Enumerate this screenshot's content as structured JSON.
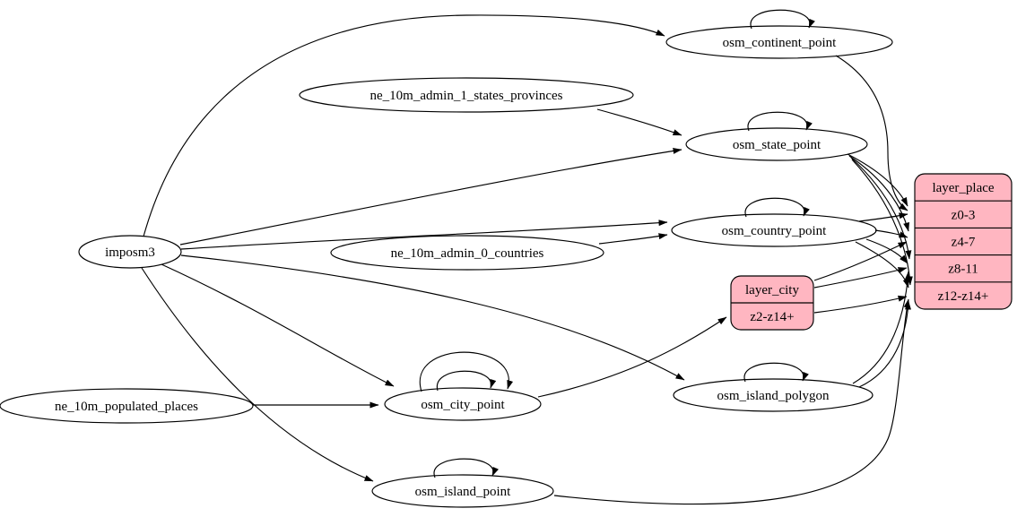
{
  "diagram": {
    "kind": "graphviz-digraph",
    "direction": "left-to-right",
    "background": "#ffffff"
  },
  "colors": {
    "table_fill": "#ffffff",
    "record_fill": "#ffb6c1",
    "stroke": "#000000",
    "text": "#000000"
  },
  "nodes": [
    {
      "id": "imposm3",
      "type": "table",
      "label": "imposm3"
    },
    {
      "id": "ne_10m_admin_1_states_provinces",
      "type": "table",
      "label": "ne_10m_admin_1_states_provinces"
    },
    {
      "id": "ne_10m_admin_0_countries",
      "type": "table",
      "label": "ne_10m_admin_0_countries"
    },
    {
      "id": "ne_10m_populated_places",
      "type": "table",
      "label": "ne_10m_populated_places"
    },
    {
      "id": "osm_continent_point",
      "type": "table",
      "label": "osm_continent_point"
    },
    {
      "id": "osm_state_point",
      "type": "table",
      "label": "osm_state_point"
    },
    {
      "id": "osm_country_point",
      "type": "table",
      "label": "osm_country_point"
    },
    {
      "id": "osm_city_point",
      "type": "table",
      "label": "osm_city_point"
    },
    {
      "id": "osm_island_polygon",
      "type": "table",
      "label": "osm_island_polygon"
    },
    {
      "id": "osm_island_point",
      "type": "table",
      "label": "osm_island_point"
    },
    {
      "id": "layer_place",
      "type": "record",
      "rows": [
        "layer_place",
        "z0-3",
        "z4-7",
        "z8-11",
        "z12-z14+"
      ]
    },
    {
      "id": "layer_city",
      "type": "record",
      "rows": [
        "layer_city",
        "z2-z14+"
      ]
    }
  ],
  "edges": [
    {
      "from": "imposm3",
      "to": "osm_continent_point"
    },
    {
      "from": "imposm3",
      "to": "osm_state_point"
    },
    {
      "from": "imposm3",
      "to": "osm_country_point"
    },
    {
      "from": "imposm3",
      "to": "osm_city_point"
    },
    {
      "from": "imposm3",
      "to": "osm_island_polygon"
    },
    {
      "from": "imposm3",
      "to": "osm_island_point"
    },
    {
      "from": "ne_10m_admin_1_states_provinces",
      "to": "osm_state_point"
    },
    {
      "from": "ne_10m_admin_0_countries",
      "to": "osm_country_point"
    },
    {
      "from": "ne_10m_populated_places",
      "to": "osm_city_point"
    },
    {
      "from": "osm_continent_point",
      "to": "osm_continent_point",
      "self_loop": true
    },
    {
      "from": "osm_state_point",
      "to": "osm_state_point",
      "self_loop": true
    },
    {
      "from": "osm_country_point",
      "to": "osm_country_point",
      "self_loop": true
    },
    {
      "from": "osm_city_point",
      "to": "osm_city_point",
      "self_loop": true
    },
    {
      "from": "osm_city_point",
      "to": "osm_city_point",
      "self_loop": true
    },
    {
      "from": "osm_island_polygon",
      "to": "osm_island_polygon",
      "self_loop": true
    },
    {
      "from": "osm_island_point",
      "to": "osm_island_point",
      "self_loop": true
    },
    {
      "from": "osm_city_point",
      "to": "layer_city",
      "to_row": "z2-z14+"
    },
    {
      "from": "osm_continent_point",
      "to": "layer_place",
      "to_row": "z0-3"
    },
    {
      "from": "osm_state_point",
      "to": "layer_place",
      "to_row": "z0-3"
    },
    {
      "from": "osm_state_point",
      "to": "layer_place",
      "to_row": "z4-7"
    },
    {
      "from": "osm_state_point",
      "to": "layer_place",
      "to_row": "z8-11"
    },
    {
      "from": "osm_state_point",
      "to": "layer_place",
      "to_row": "z12-z14+"
    },
    {
      "from": "osm_country_point",
      "to": "layer_place",
      "to_row": "z0-3"
    },
    {
      "from": "osm_country_point",
      "to": "layer_place",
      "to_row": "z4-7"
    },
    {
      "from": "osm_country_point",
      "to": "layer_place",
      "to_row": "z8-11"
    },
    {
      "from": "osm_country_point",
      "to": "layer_place",
      "to_row": "z12-z14+"
    },
    {
      "from": "layer_city",
      "to": "layer_place",
      "to_row": "z4-7"
    },
    {
      "from": "layer_city",
      "to": "layer_place",
      "to_row": "z8-11"
    },
    {
      "from": "layer_city",
      "to": "layer_place",
      "to_row": "z12-z14+"
    },
    {
      "from": "osm_island_polygon",
      "to": "layer_place",
      "to_row": "z8-11"
    },
    {
      "from": "osm_island_polygon",
      "to": "layer_place",
      "to_row": "z12-z14+"
    },
    {
      "from": "osm_island_point",
      "to": "layer_place",
      "to_row": "z12-z14+"
    }
  ]
}
